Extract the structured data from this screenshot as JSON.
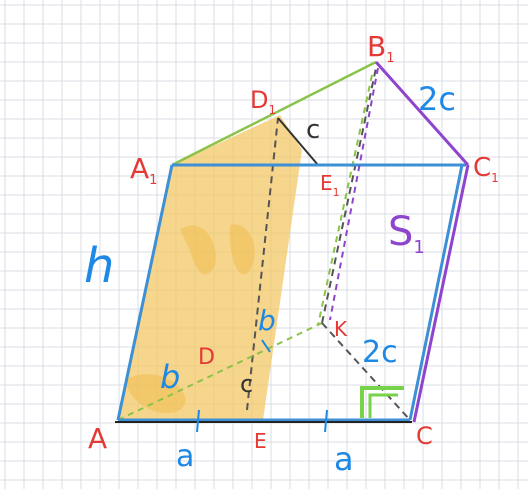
{
  "vertices": {
    "A": "A",
    "A1": "A",
    "A1_sub": "1",
    "B1": "B",
    "B1_sub": "1",
    "C1": "C",
    "C1_sub": "1",
    "D1": "D",
    "D1_sub": "1",
    "E1": "E",
    "E1_sub": "1",
    "C": "C",
    "D": "D",
    "E": "E",
    "K": "K"
  },
  "labels": {
    "h": "h",
    "two_c_top": "2c",
    "c_top": "c",
    "S1": "S",
    "S1_sub": "1",
    "b_right": "b",
    "b_left": "b",
    "c_mid": "c",
    "two_c_bottom": "2c",
    "a_left": "a",
    "a_right": "a"
  },
  "colors": {
    "grid": "#d9dde3",
    "red": "#e53935",
    "blue": "#1e88e5",
    "edge_blue": "#3d8fd6",
    "green": "#8bc34a",
    "purple": "#8e44cc",
    "dash": "#555555",
    "shade": "#f3c766",
    "right_angle": "#76d34a"
  }
}
